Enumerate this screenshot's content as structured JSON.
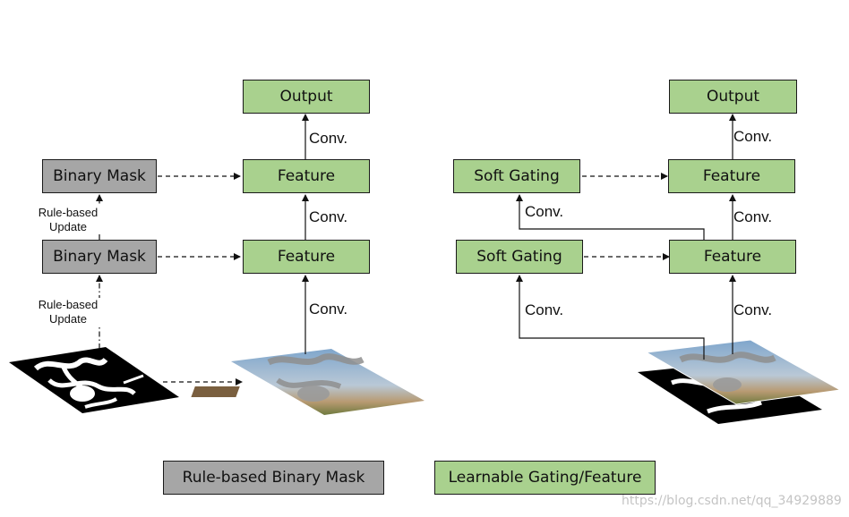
{
  "left": {
    "output": "Output",
    "feature_top": "Feature",
    "feature_bottom": "Feature",
    "mask_top": "Binary Mask",
    "mask_bottom": "Binary Mask",
    "conv_1": "Conv.",
    "conv_2": "Conv.",
    "conv_3": "Conv.",
    "update_1_line1": "Rule-based",
    "update_1_line2": "Update",
    "update_2_line1": "Rule-based",
    "update_2_line2": "Update"
  },
  "right": {
    "output": "Output",
    "feature_top": "Feature",
    "feature_bottom": "Feature",
    "gating_top": "Soft Gating",
    "gating_bottom": "Soft Gating",
    "conv_1": "Conv.",
    "conv_2": "Conv.",
    "conv_3": "Conv.",
    "conv_gate_1": "Conv.",
    "conv_gate_2": "Conv."
  },
  "legend": {
    "binary_mask": "Rule-based Binary Mask",
    "gating": "Learnable Gating/Feature"
  },
  "watermark": "https://blog.csdn.net/qq_34929889",
  "colors": {
    "green": "#a9d18e",
    "gray": "#a6a6a6"
  }
}
